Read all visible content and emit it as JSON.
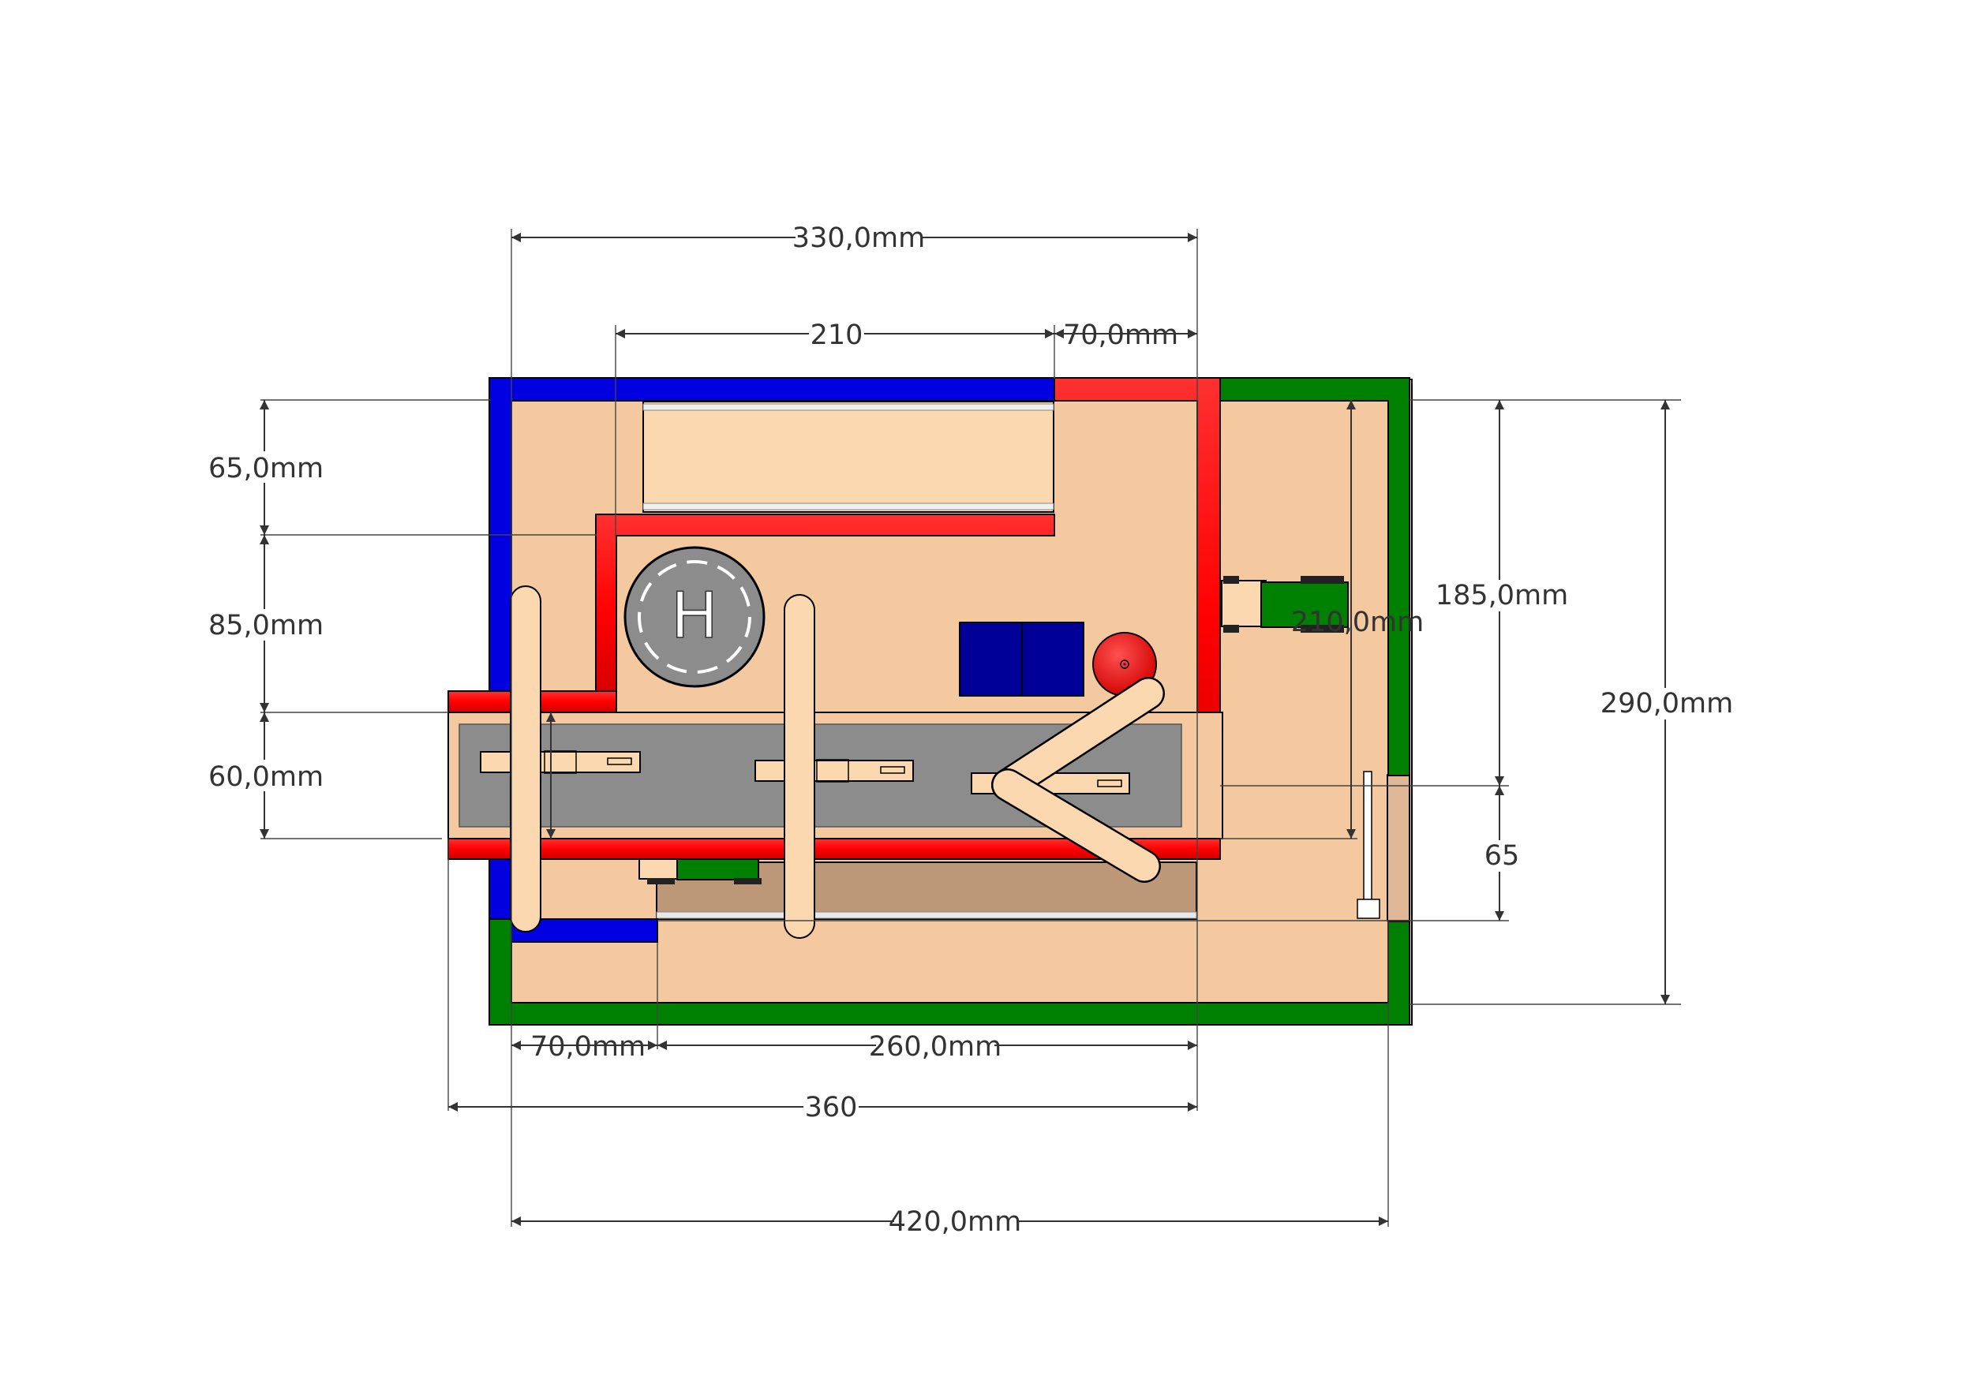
{
  "dimensions": {
    "top_overall": "330,0mm",
    "top_inner": "210",
    "top_right": "70,0mm",
    "left_top": "65,0mm",
    "left_mid": "85,0mm",
    "left_low": "60,0mm",
    "inner_vertical": "210,0mm",
    "right_upper": "185,0mm",
    "right_lower": "65",
    "right_overall": "290,0mm",
    "bottom_left": "70,0mm",
    "bottom_mid": "260,0mm",
    "bottom_track": "360",
    "bottom_overall": "420,0mm"
  },
  "helipad": {
    "letter": "H"
  },
  "colors": {
    "floor": "#f5c9a0",
    "conveyor": "#8c8c8c",
    "blue_wall": "#0000e0",
    "red_wall": "#ff0000",
    "green_wall": "#008000",
    "blue_box": "#000099",
    "ball": "#ee0000",
    "stick": "#fbd5b0",
    "lower_shelf": "#bc9878"
  }
}
